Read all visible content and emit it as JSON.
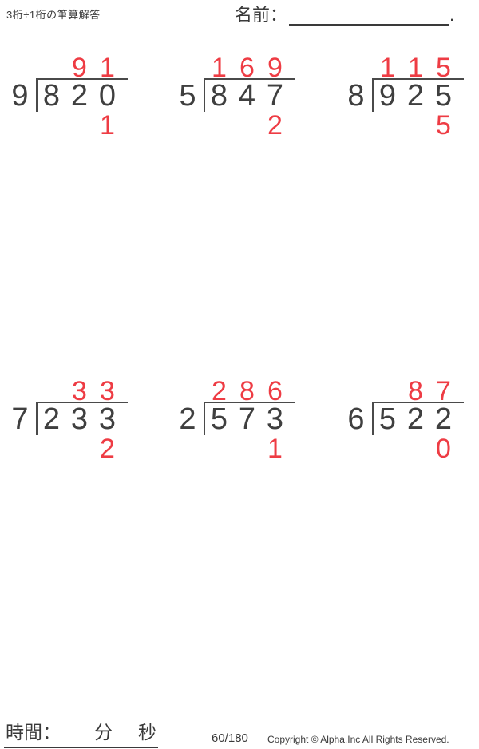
{
  "page": {
    "title": "3桁÷1桁の筆算解答",
    "name_label": "名前：",
    "name_suffix": "."
  },
  "colors": {
    "answer_red": "#ee3c44",
    "ink": "#3f3f3f"
  },
  "problems": [
    {
      "divisor": "9",
      "dividend": [
        "8",
        "2",
        "0"
      ],
      "quotient": [
        "",
        "9",
        "1"
      ],
      "remainder": "1"
    },
    {
      "divisor": "5",
      "dividend": [
        "8",
        "4",
        "7"
      ],
      "quotient": [
        "1",
        "6",
        "9"
      ],
      "remainder": "2"
    },
    {
      "divisor": "8",
      "dividend": [
        "9",
        "2",
        "5"
      ],
      "quotient": [
        "1",
        "1",
        "5"
      ],
      "remainder": "5"
    },
    {
      "divisor": "7",
      "dividend": [
        "2",
        "3",
        "3"
      ],
      "quotient": [
        "",
        "3",
        "3"
      ],
      "remainder": "2"
    },
    {
      "divisor": "2",
      "dividend": [
        "5",
        "7",
        "3"
      ],
      "quotient": [
        "2",
        "8",
        "6"
      ],
      "remainder": "1"
    },
    {
      "divisor": "6",
      "dividend": [
        "5",
        "2",
        "2"
      ],
      "quotient": [
        "",
        "8",
        "7"
      ],
      "remainder": "0"
    }
  ],
  "footer": {
    "time_label": "時間：",
    "minutes_label": "分",
    "seconds_label": "秒",
    "page_indicator": "60/180",
    "copyright": "Copyright © Alpha.Inc All Rights Reserved."
  }
}
